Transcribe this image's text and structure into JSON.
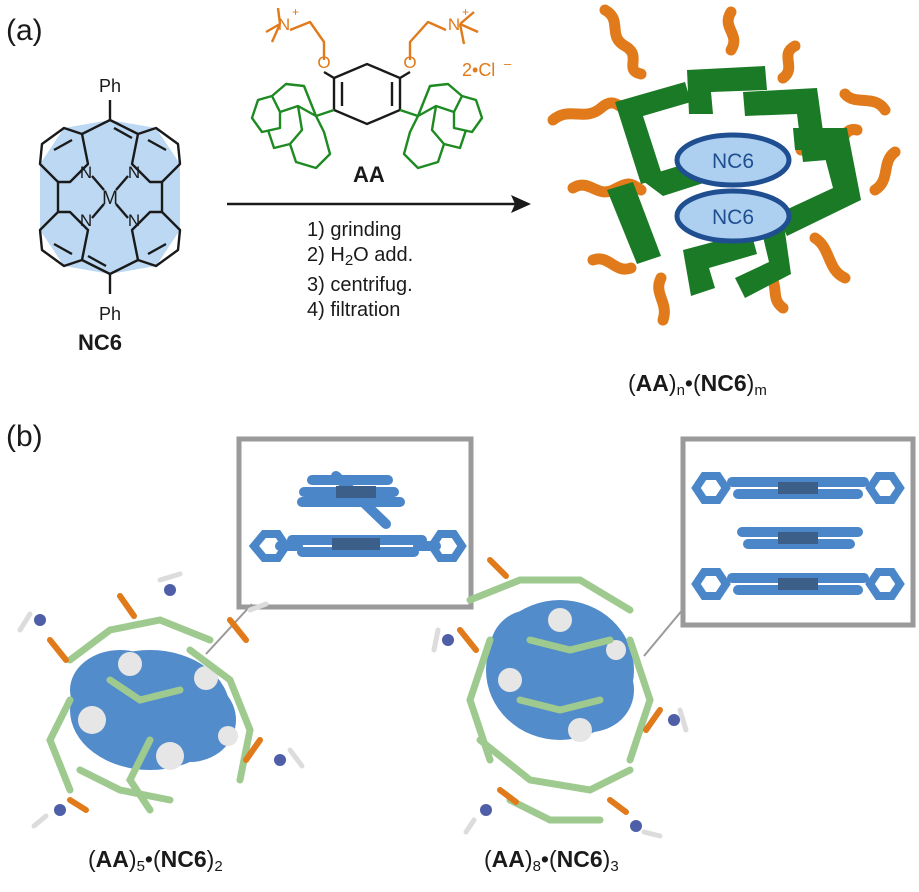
{
  "panel_a": {
    "label": "(a)",
    "porphyrin": {
      "name": "NC6",
      "substituent_top": "Ph",
      "substituent_bottom": "Ph",
      "metal": "M",
      "n_atom": "N"
    },
    "reagent": {
      "name": "AA",
      "counterion": "2•Cl",
      "counterion_charge": "–",
      "charge": "+",
      "n_atom": "N",
      "o_atom": "O"
    },
    "steps": [
      {
        "num": "1)",
        "text": "grinding"
      },
      {
        "num": "2)",
        "pre": "H",
        "sub": "2",
        "post": "O add."
      },
      {
        "num": "3)",
        "text": "centrifug."
      },
      {
        "num": "4)",
        "text": "filtration"
      }
    ],
    "product": {
      "core_labels": [
        "NC6",
        "NC6"
      ],
      "formula": {
        "a": "AA",
        "a_sub": "n",
        "sep": "•",
        "b": "NC6",
        "b_sub": "m"
      }
    }
  },
  "panel_b": {
    "label": "(b)",
    "left": {
      "formula": {
        "a": "AA",
        "a_sub": "5",
        "sep": "•",
        "b": "NC6",
        "b_sub": "2"
      }
    },
    "right": {
      "formula": {
        "a": "AA",
        "a_sub": "8",
        "sep": "•",
        "b": "NC6",
        "b_sub": "3"
      }
    }
  },
  "colors": {
    "porphyrin_fill": "#bcd8f3",
    "anthracene_green": "#1e8a22",
    "ammonium_orange": "#e07a1a",
    "block_green": "#1b7a25",
    "nc6_blue": "#1f4e91",
    "nc6_fill": "#aed0f0",
    "stick_blue": "#4a86c8",
    "stick_green": "#9fca8f",
    "inset_border": "#9a9a9a"
  }
}
